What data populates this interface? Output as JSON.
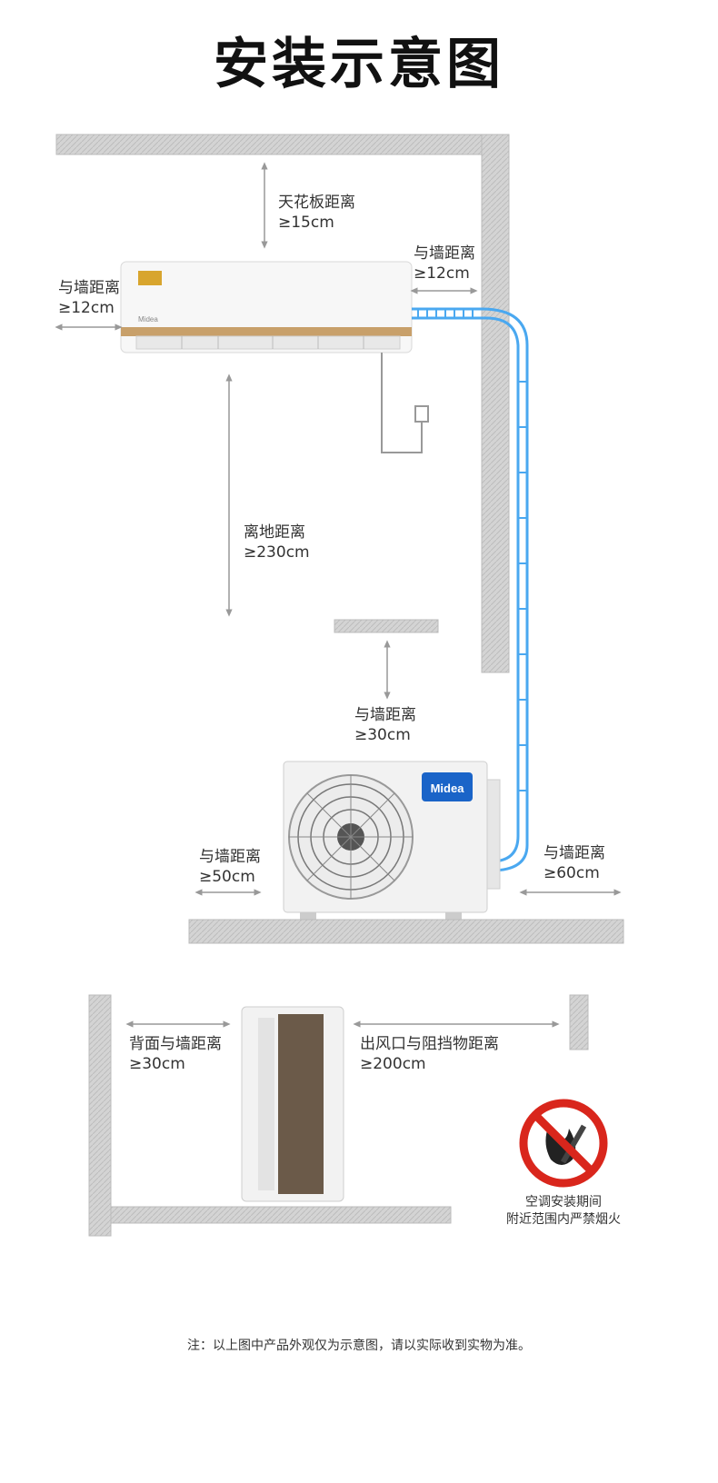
{
  "title": "安装示意图",
  "labels": {
    "ceiling": [
      "天花板距离",
      "≥15cm"
    ],
    "indoor_right": [
      "与墙距离",
      "≥12cm"
    ],
    "indoor_left": [
      "与墙距离",
      "≥12cm"
    ],
    "floor": [
      "离地距离",
      "≥230cm"
    ],
    "outdoor_top": [
      "与墙距离",
      "≥30cm"
    ],
    "outdoor_left": [
      "与墙距离",
      "≥50cm"
    ],
    "outdoor_right": [
      "与墙距离",
      "≥60cm"
    ],
    "back": [
      "背面与墙距离",
      "≥30cm"
    ],
    "outlet": [
      "出风口与阻挡物距离",
      "≥200cm"
    ]
  },
  "brand": "Midea",
  "warning": [
    "空调安装期间",
    "附近范围内严禁烟火"
  ],
  "note": "注：以上图中产品外观仅为示意图，请以实际收到实物为准。",
  "colors": {
    "pipe": "#4aa8f0",
    "wall": "#c8c8c8",
    "brand_blue": "#1a64c8",
    "warning_red": "#d9261c"
  }
}
